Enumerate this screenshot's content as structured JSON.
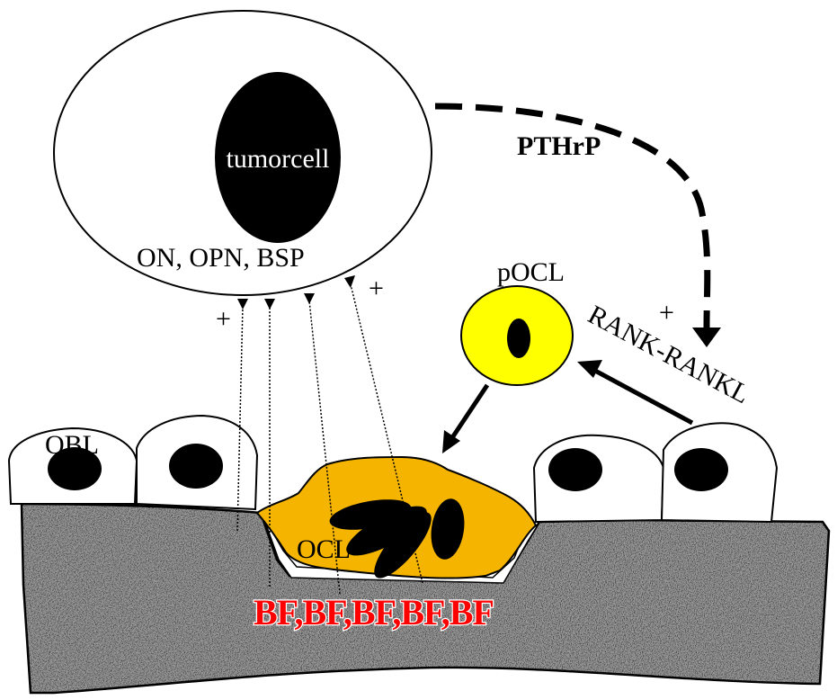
{
  "labels": {
    "tumorcell": "tumorcell",
    "matrix_proteins": "ON, OPN, BSP",
    "pthrp": "PTHrP",
    "pocl": "pOCL",
    "rank_rankl": "RANK-RANKL",
    "obl": "OBL",
    "ocl": "OCL",
    "bf": "BF,BF,BF,BF,BF",
    "plus": "+"
  },
  "colors": {
    "bone_base": "#9a9a9a",
    "ocl_fill": "#f5b400",
    "pocl_fill": "#ffff00",
    "nucleus": "#000000",
    "bf_text": "#ff0000"
  }
}
